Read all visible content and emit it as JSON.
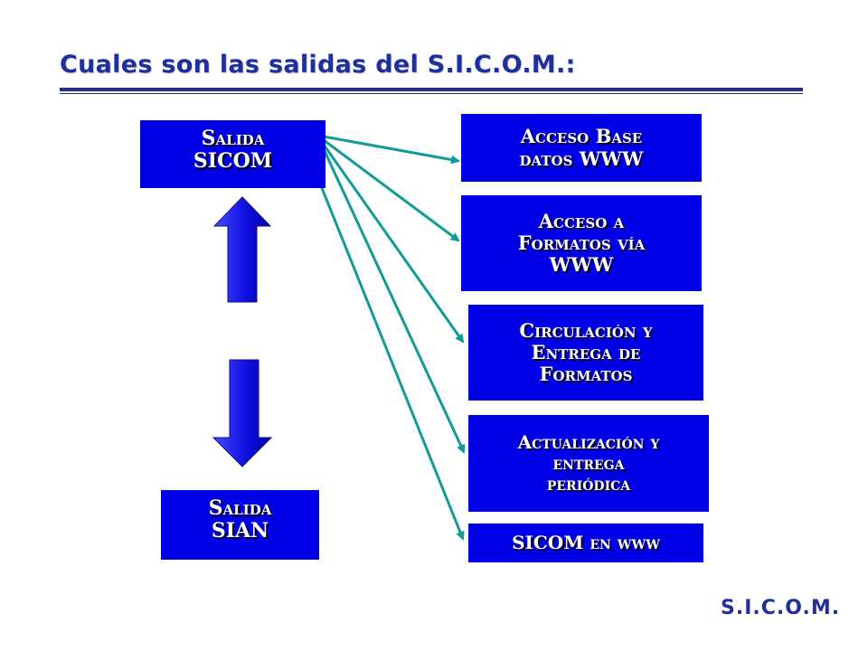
{
  "title": "Cuales son las salidas del S.I.C.O.M.:",
  "source_boxes": {
    "salida_sicom": "Salida\nSICOM",
    "salida_sian": "Salida\nSIAN"
  },
  "outputs": [
    "Acceso Base\ndatos WWW",
    "Acceso a\nFormatos vía\nWWW",
    "Circulación y\nEntrega de\nFormatos",
    "Actualización y\nentrega\nperiódica",
    "SICOM en www"
  ],
  "footer": "S.I.C.O.M.",
  "colors": {
    "title": "#1f2f9b",
    "box_fill": "#0000e6",
    "box_text": "#ffffff",
    "connector": "#119b98",
    "block_arrow": "#1414e0"
  }
}
